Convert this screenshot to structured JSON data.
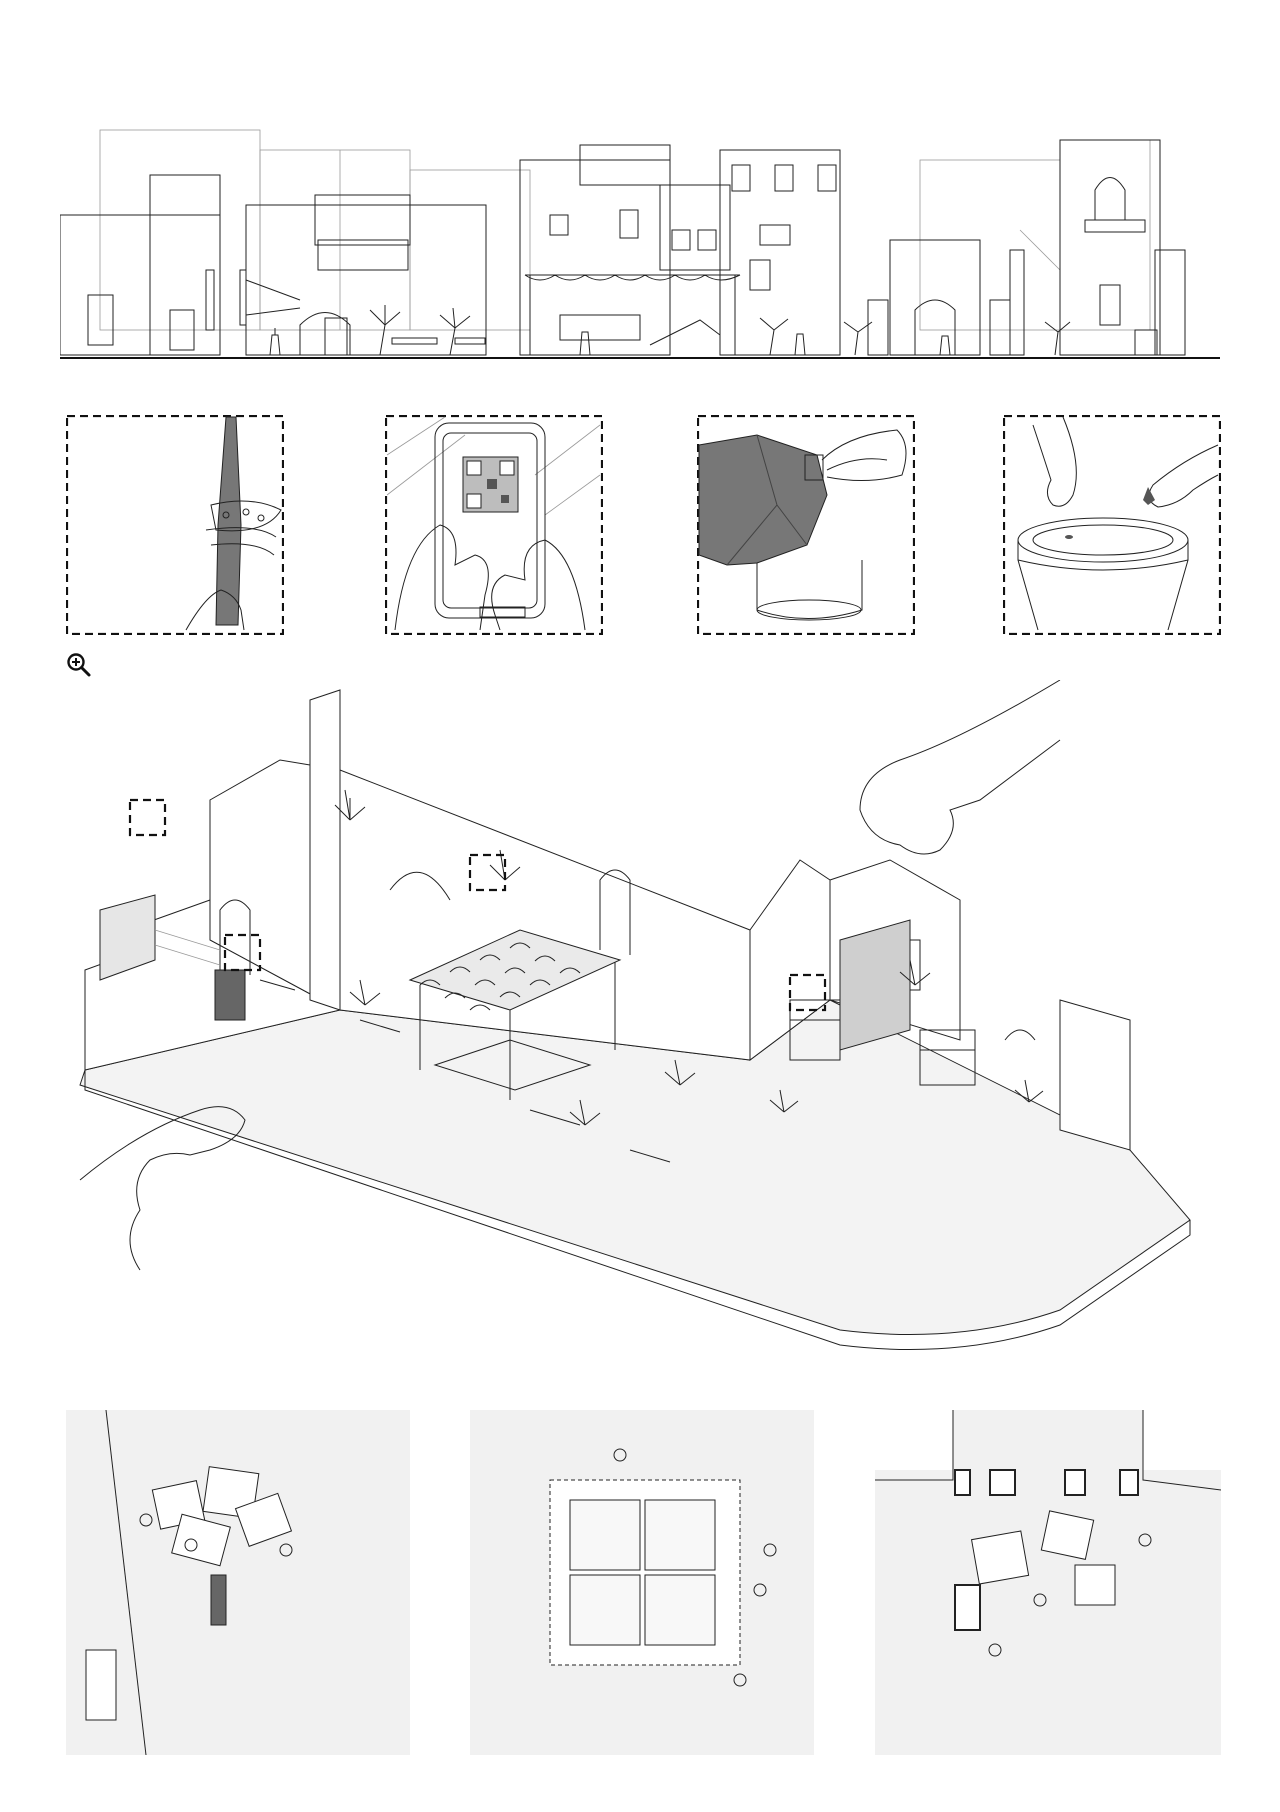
{
  "page": {
    "kind": "architectural-illustration-sheet",
    "background": "#ffffff",
    "ink": "#222222",
    "fill_dark": "#777777",
    "fill_light": "#dcdcdc"
  },
  "sections": {
    "elevation": {
      "name": "street-elevation"
    },
    "details": [
      {
        "name": "detail-hand-wrapping-rope",
        "icon": "hand-rope-illustration"
      },
      {
        "name": "detail-phone-qr-scan",
        "icon": "phone-qr-illustration"
      },
      {
        "name": "detail-gas-canister-fabric",
        "icon": "canister-fabric-illustration"
      },
      {
        "name": "detail-planting-seeds",
        "icon": "seed-pot-illustration"
      }
    ],
    "zoom_control": {
      "icon": "zoom-in-icon"
    },
    "axonometric": {
      "name": "isometric-piazza-view"
    },
    "plans": [
      {
        "name": "plan-projection-area"
      },
      {
        "name": "plan-canopy-pavilion"
      },
      {
        "name": "plan-shelving-gateway"
      }
    ]
  }
}
